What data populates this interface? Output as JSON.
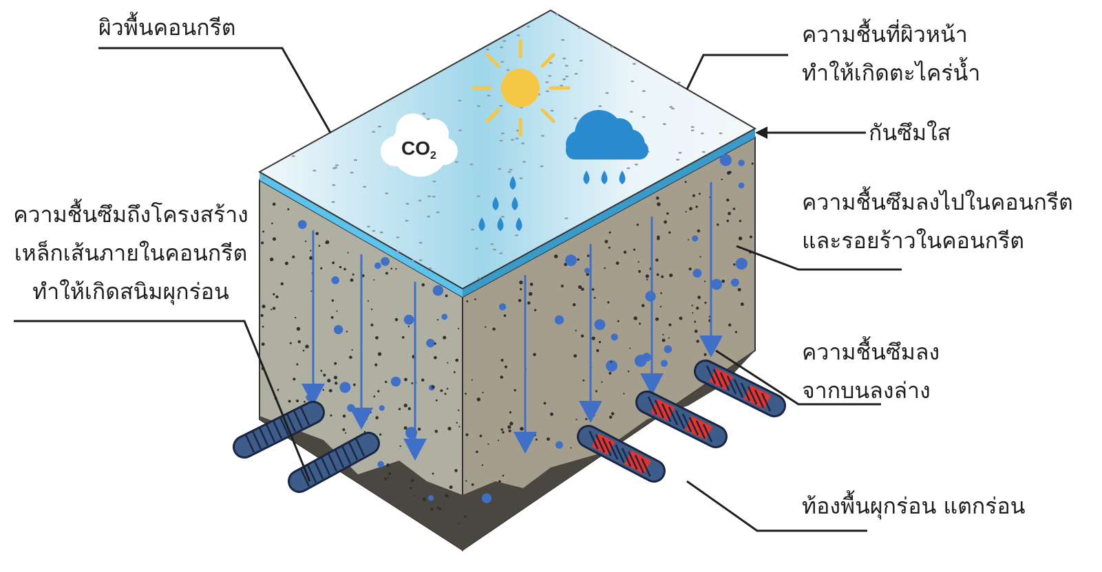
{
  "labels": {
    "concrete_surface": "ผิวพื้นคอนกรีต",
    "surface_moisture": [
      "ความชื้นที่ผิวหน้า",
      "ทำให้เกิดตะไคร่น้ำ"
    ],
    "clear_waterproofing": "กันซึมใส",
    "moisture_penetration": [
      "ความชื้นซึมลงไปในคอนกรีต",
      "และรอยร้าวในคอนกรีต"
    ],
    "rebar_corrosion": [
      "ความชื้นซึมถึงโครงสร้าง",
      "เหล็กเส้นภายในคอนกรีต",
      "ทำให้เกิดสนิมผุกร่อน"
    ],
    "top_down_seepage": [
      "ความชื้นซึมลง",
      "จากบนลงล่าง"
    ],
    "underside_damage": "ท้องพื้นผุกร่อน แตกร่อน"
  },
  "icons": {
    "co2": "CO",
    "co2_sub": "2"
  },
  "colors": {
    "sky_blue": "#9fd6ea",
    "coating": "#4aa8d8",
    "concrete_left": "#b0b0a2",
    "concrete_right": "#a59e8c",
    "arrow": "#3f6fc6",
    "rust": "#e8322a",
    "sun": "#f6c744",
    "rain_cloud": "#2a8ad0"
  }
}
